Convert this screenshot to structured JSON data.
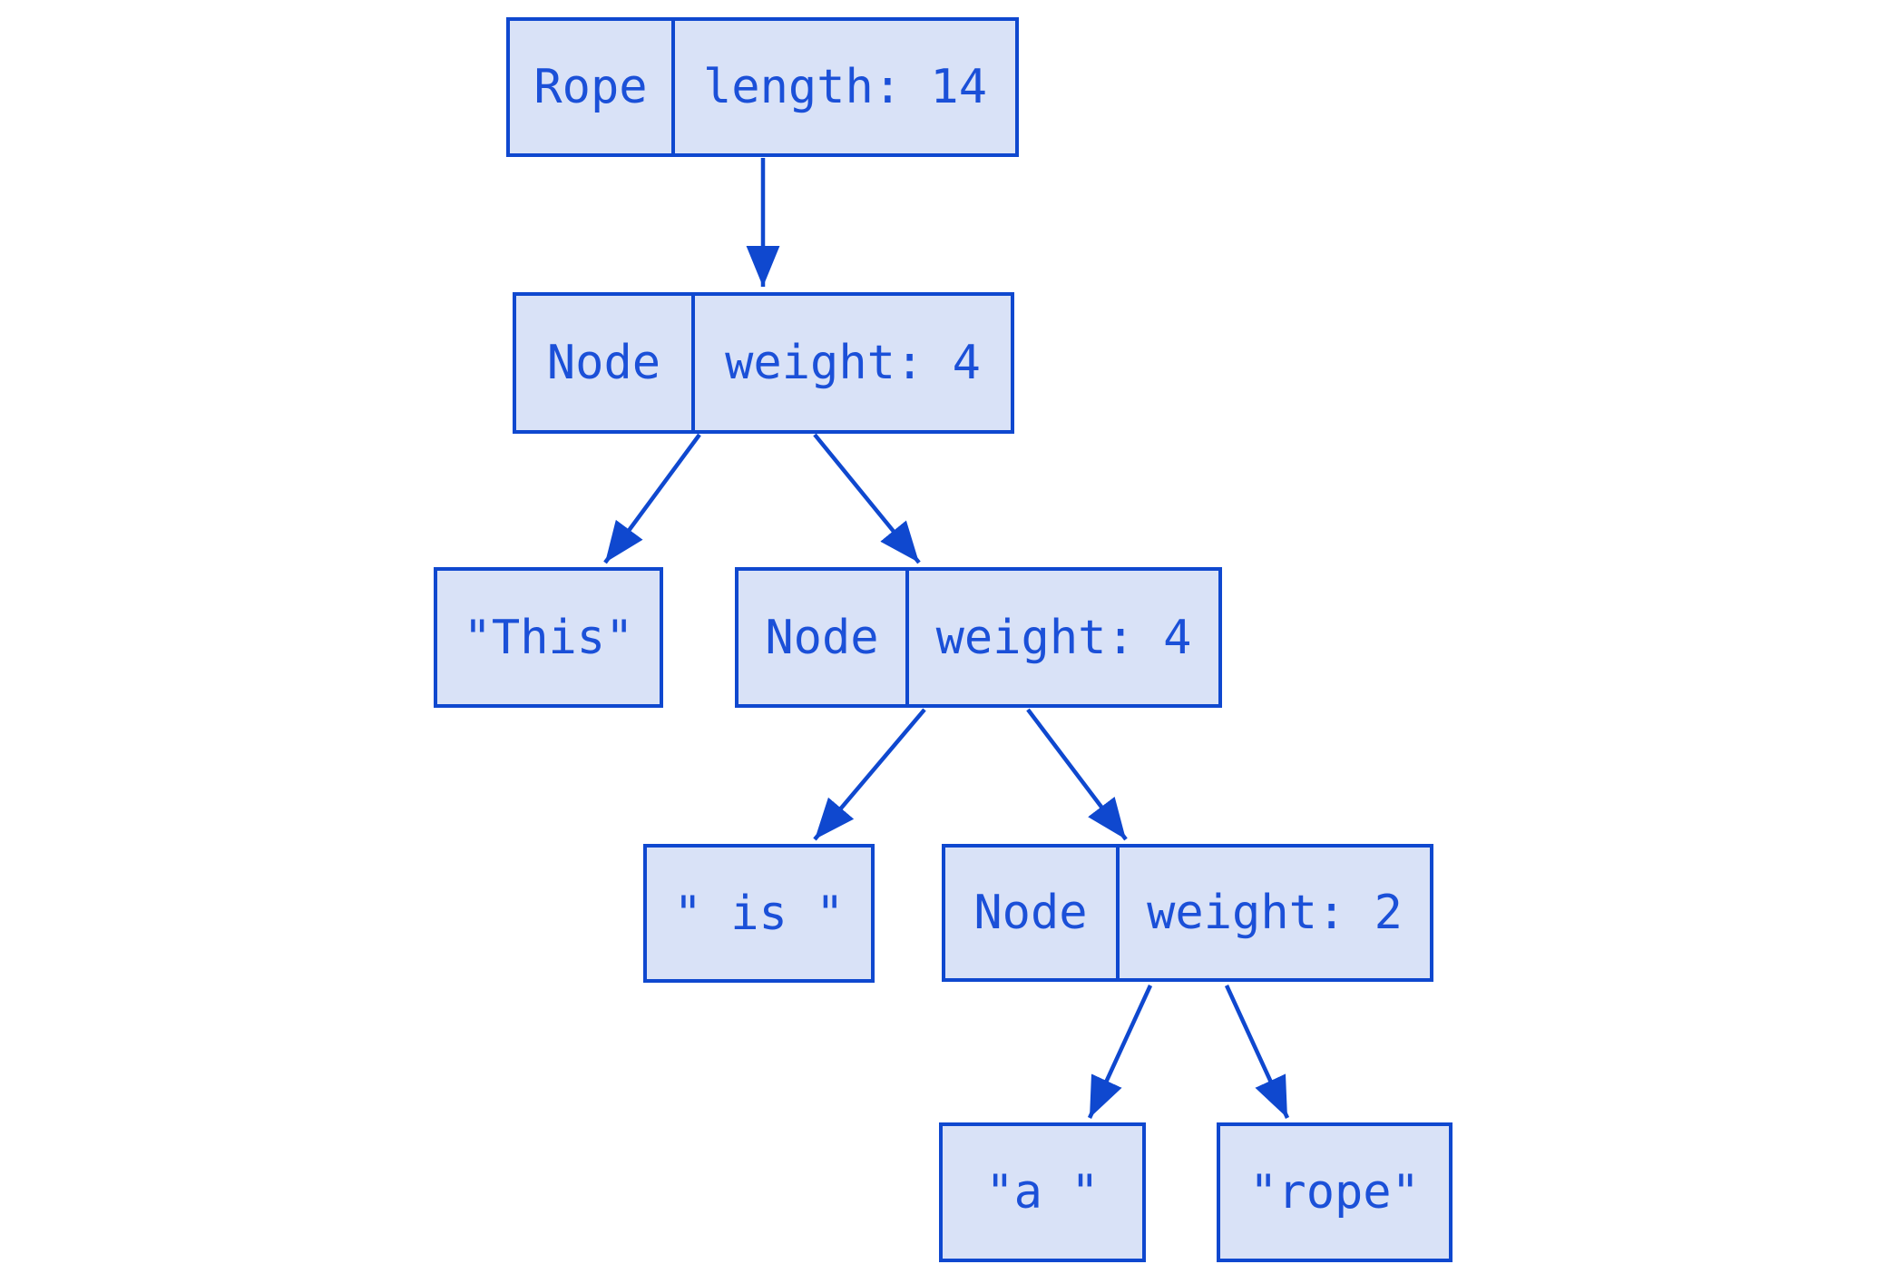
{
  "colors": {
    "stroke": "#0f48cf",
    "fill": "#d9e2f7",
    "text": "#1b50d8",
    "background": "#ffffff"
  },
  "tree": {
    "root": {
      "type": "Rope",
      "field": "length: 14"
    },
    "nodes": [
      {
        "type": "Node",
        "field": "weight: 4"
      },
      {
        "type": "Node",
        "field": "weight: 4"
      },
      {
        "type": "Node",
        "field": "weight: 2"
      }
    ],
    "leaves": [
      {
        "text": "\"This\""
      },
      {
        "text": "\" is \""
      },
      {
        "text": "\"a \""
      },
      {
        "text": "\"rope\""
      }
    ]
  }
}
